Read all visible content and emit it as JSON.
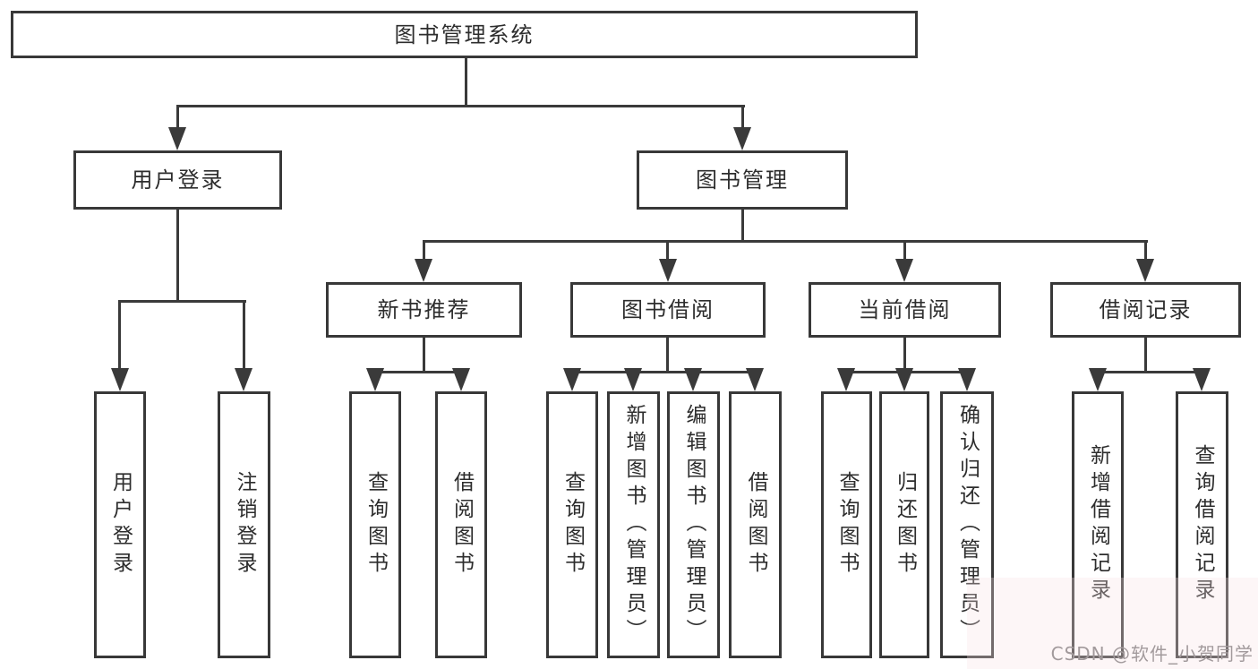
{
  "diagram_title": "图书管理系统",
  "tree": {
    "root": {
      "label": "图书管理系统"
    },
    "branches": [
      {
        "label": "用户登录",
        "leaves": [
          "用户登录",
          "注销登录"
        ]
      },
      {
        "label": "图书管理",
        "groups": [
          {
            "label": "新书推荐",
            "leaves": [
              "查询图书",
              "借阅图书"
            ]
          },
          {
            "label": "图书借阅",
            "leaves": [
              "查询图书",
              "新增图书（管理员）",
              "编辑图书（管理员）",
              "借阅图书"
            ]
          },
          {
            "label": "当前借阅",
            "leaves": [
              "查询图书",
              "归还图书",
              "确认归还（管理员）"
            ]
          },
          {
            "label": "借阅记录",
            "leaves": [
              "新增借阅记录",
              "查询借阅记录"
            ]
          }
        ]
      }
    ]
  },
  "watermark": {
    "text": "CSDN @软件_小贺同学",
    "color": "#a29a9c"
  },
  "colors": {
    "line": "#3a3a3a",
    "box_border": "#383838",
    "text": "#2d2d2d",
    "background": "#ffffff"
  }
}
